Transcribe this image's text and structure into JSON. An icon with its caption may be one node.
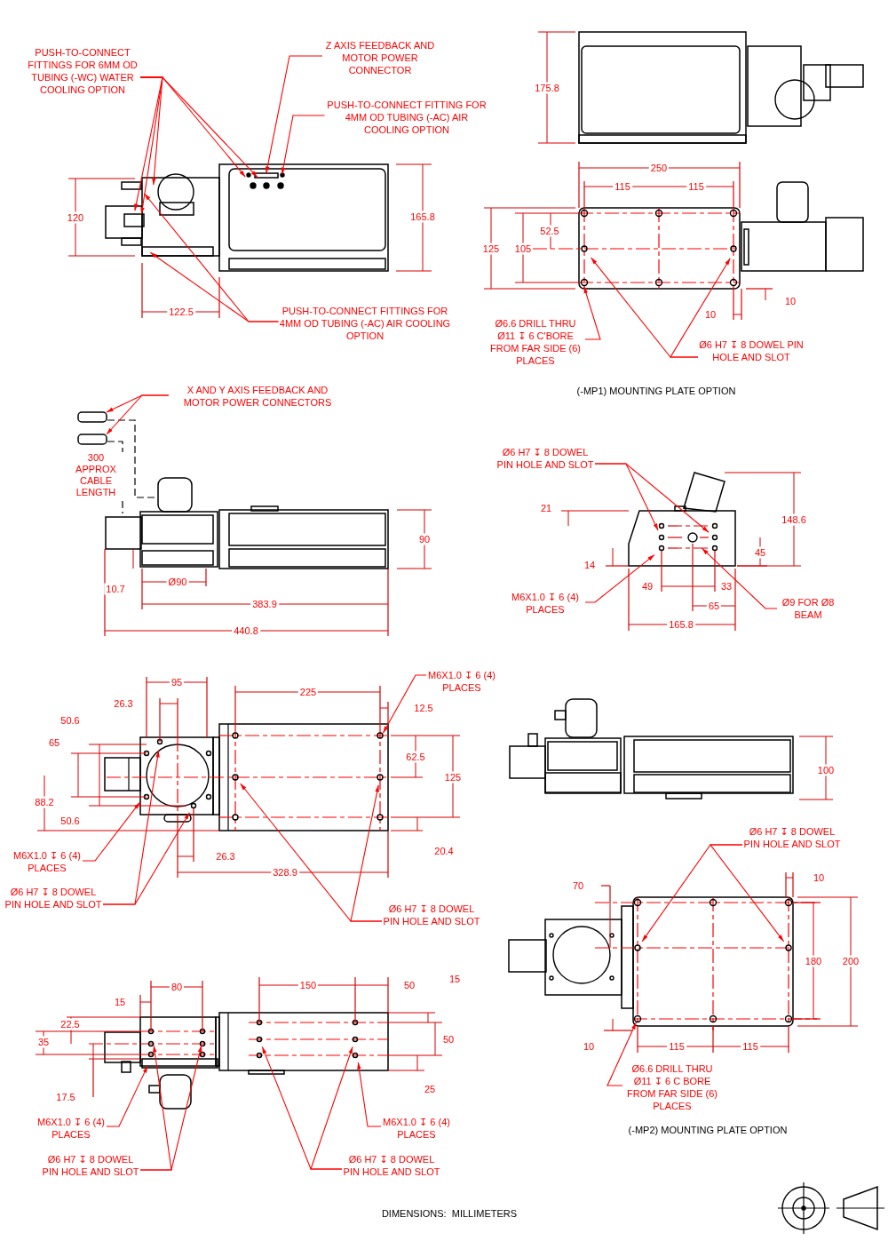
{
  "diagram": {
    "nodes": [
      {
        "text": [
          "PUSH-TO-CONNECT FITTINGS FOR 6MM OD TUBING (-WC) WATER COOLING OPTION"
        ]
      },
      {
        "text": [
          "Z AXIS FEEDBACK AND MOTOR POWER CONNECTOR"
        ]
      },
      {
        "text": [
          "PUSH-TO-CONNECT FITTING FOR 4MM OD TUBING (-AC) AIR COOLING OPTION"
        ]
      },
      {
        "text": [
          "PUSH-TO-CONNECT FITTINGS FOR 4MM OD TUBING (-AC) AIR COOLING OPTION"
        ]
      },
      {
        "text": [
          "Ø6.6 DRILL THRU Ø11 ↧ 6 C'BORE FROM FAR SIDE (6) PLACES"
        ]
      },
      {
        "text": [
          "Ø6 H7 ↧ 8 DOWEL PIN HOLE AND SLOT"
        ]
      },
      {
        "text": [
          "X AND Y AXIS FEEDBACK AND MOTOR POWER CONNECTORS"
        ]
      },
      {
        "text": [],
        "shape": "box"
      },
      {
        "text": [],
        "shape": "box"
      },
      {
        "text": [
          "Ø6 H7 ↧ 8 DOWEL PIN HOLE AND SLOT"
        ]
      },
      {
        "text": [
          "M6X1.0 ↧ 6 (4) PLACES"
        ]
      },
      {
        "text": [
          "Ø9 FOR Ø8 BEAM"
        ]
      },
      {
        "text": [
          "M6X1.0 ↧ 6 (4) PLACES"
        ]
      },
      {
        "text": [
          "M6X1.0 ↧ 6 (4) PLACES"
        ]
      },
      {
        "text": [
          "Ø6 H7 ↧ 8 DOWEL PIN HOLE AND SLOT"
        ]
      },
      {
        "text": [
          "Ø6 H7 ↧ 8 DOWEL PIN HOLE AND SLOT"
        ]
      },
      {
        "text": [
          "Ø6 H7 ↧ 8 DOWEL PIN HOLE AND SLOT"
        ]
      },
      {
        "text": [
          "Ø6.6 DRILL THRU Ø11 ↧ 6 C BORE FROM FAR SIDE (6) PLACES"
        ]
      },
      {
        "text": [
          "M6X1.0 ↧ 6 (4) PLACES"
        ]
      },
      {
        "text": [
          "Ø6 H7 ↧ 8 DOWEL PIN HOLE AND SLOT"
        ]
      },
      {
        "text": [
          "M6X1.0 ↧ 6 (4) PLACES"
        ]
      },
      {
        "text": [
          "Ø6 H7 ↧ 8 DOWEL PIN HOLE AND SLOT"
        ]
      }
    ],
    "edges": [
      {
        "from": 0,
        "to": null,
        "arrow": "to"
      },
      {
        "from": 0,
        "to": null,
        "arrow": "to"
      },
      {
        "from": 0,
        "to": null,
        "arrow": "to"
      },
      {
        "from": 0,
        "to": null,
        "arrow": "to"
      },
      {
        "from": 0,
        "to": null,
        "arrow": "to"
      },
      {
        "from": 1,
        "to": null,
        "arrow": "to"
      },
      {
        "from": 2,
        "to": null,
        "arrow": "to"
      },
      {
        "from": 3,
        "to": null,
        "arrow": "to"
      },
      {
        "from": 3,
        "to": null,
        "arrow": "to"
      },
      {
        "from": 4,
        "to": null,
        "arrow": "to"
      },
      {
        "from": 5,
        "to": null,
        "arrow": "to"
      },
      {
        "from": 5,
        "to": null,
        "arrow": "to"
      },
      {
        "from": 6,
        "to": 7,
        "arrow": "to"
      },
      {
        "from": 6,
        "to": 8,
        "arrow": "to"
      },
      {
        "from": 9,
        "to": null,
        "arrow": "to"
      },
      {
        "from": 9,
        "to": null,
        "arrow": "to"
      },
      {
        "from": 10,
        "to": null,
        "arrow": "to"
      },
      {
        "from": 11,
        "to": null,
        "arrow": "to"
      },
      {
        "from": 12,
        "to": null,
        "arrow": "to"
      },
      {
        "from": 13,
        "to": null,
        "arrow": "to"
      },
      {
        "from": 14,
        "to": null,
        "arrow": "to"
      },
      {
        "from": 14,
        "to": null,
        "arrow": "to"
      },
      {
        "from": 15,
        "to": null,
        "arrow": "to"
      },
      {
        "from": 15,
        "to": null,
        "arrow": "to"
      },
      {
        "from": 16,
        "to": null,
        "arrow": "to"
      },
      {
        "from": 16,
        "to": null,
        "arrow": "to"
      },
      {
        "from": 17,
        "to": null,
        "arrow": "to"
      },
      {
        "from": 18,
        "to": null,
        "arrow": "to"
      },
      {
        "from": 19,
        "to": null,
        "arrow": "to"
      },
      {
        "from": 19,
        "to": null,
        "arrow": "to"
      },
      {
        "from": 20,
        "to": null,
        "arrow": "to"
      },
      {
        "from": 21,
        "to": null,
        "arrow": "to"
      },
      {
        "from": 21,
        "to": null,
        "arrow": "to"
      }
    ],
    "labels": [
      "120",
      "165.8",
      "122.5",
      "175.8",
      "250",
      "115",
      "115",
      "52.5",
      "125",
      "105",
      "10",
      "10",
      "(-MP1) MOUNTING PLATE OPTION",
      "300 APPROX CABLE LENGTH",
      "90",
      "10.7",
      "Ø90",
      "383.9",
      "440.8",
      "148.6",
      "21",
      "45",
      "14",
      "49",
      "33",
      "65",
      "165.8",
      "95",
      "26.3",
      "225",
      "12.5",
      "50.6",
      "65",
      "62.5",
      "125",
      "88.2",
      "50.6",
      "20.4",
      "26.3",
      "328.9",
      "100",
      "10",
      "70",
      "180",
      "200",
      "10",
      "115",
      "115",
      "(-MP2) MOUNTING PLATE OPTION",
      "80",
      "15",
      "150",
      "50",
      "15",
      "22.5",
      "35",
      "50",
      "17.5",
      "25",
      "DIMENSIONS:  MILLIMETERS"
    ]
  }
}
